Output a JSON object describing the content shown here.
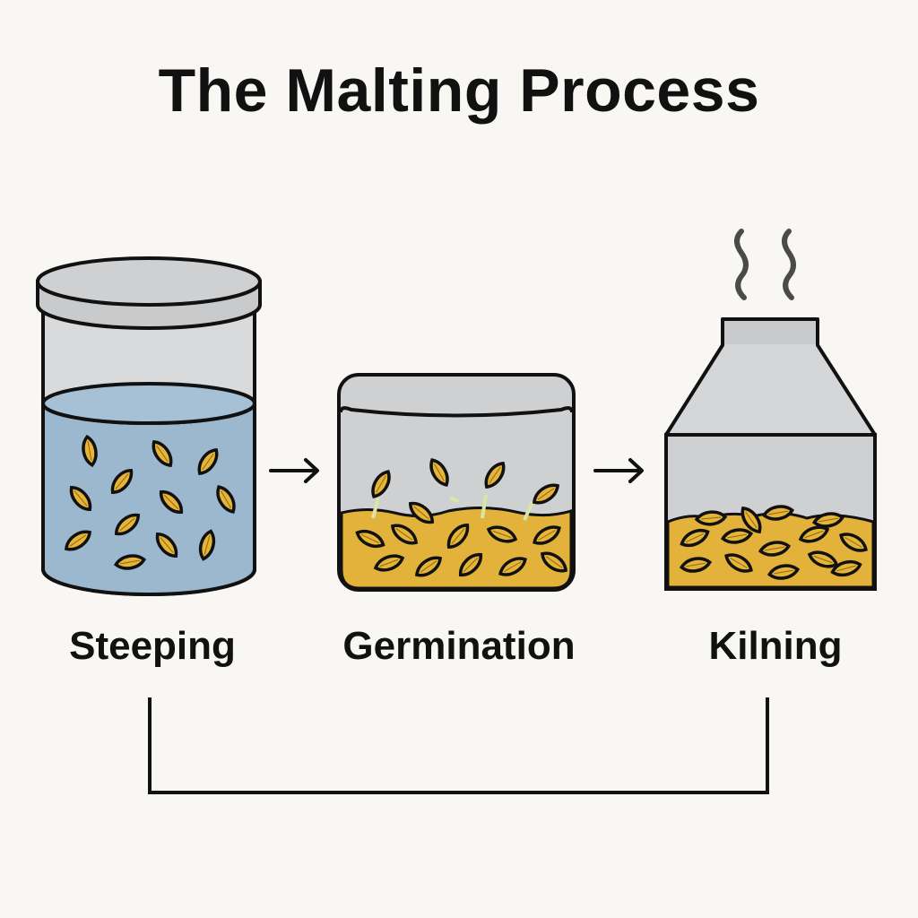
{
  "title": "The Malting Process",
  "stages": [
    {
      "id": "steeping",
      "label": "Steeping",
      "icon": "water-jar-with-grains-icon"
    },
    {
      "id": "germination",
      "label": "Germination",
      "icon": "sprouting-grain-tray-icon"
    },
    {
      "id": "kilning",
      "label": "Kilning",
      "icon": "kiln-with-steam-icon"
    }
  ],
  "arrows": [
    {
      "from": "steeping",
      "to": "germination",
      "glyph": "→"
    },
    {
      "from": "germination",
      "to": "kilning",
      "glyph": "→"
    }
  ],
  "connector": {
    "from": "steeping",
    "to": "kilning",
    "shape": "bracket-line"
  },
  "colors": {
    "background": "#f8f7f3",
    "outline": "#111111",
    "water": "#9bb8cf",
    "grain": "#e6b437",
    "grain_bed": "#e3b23a",
    "container_gray": "#cfd0d2",
    "steam": "#4a4a4a",
    "sprout": "#d8e6a6"
  }
}
